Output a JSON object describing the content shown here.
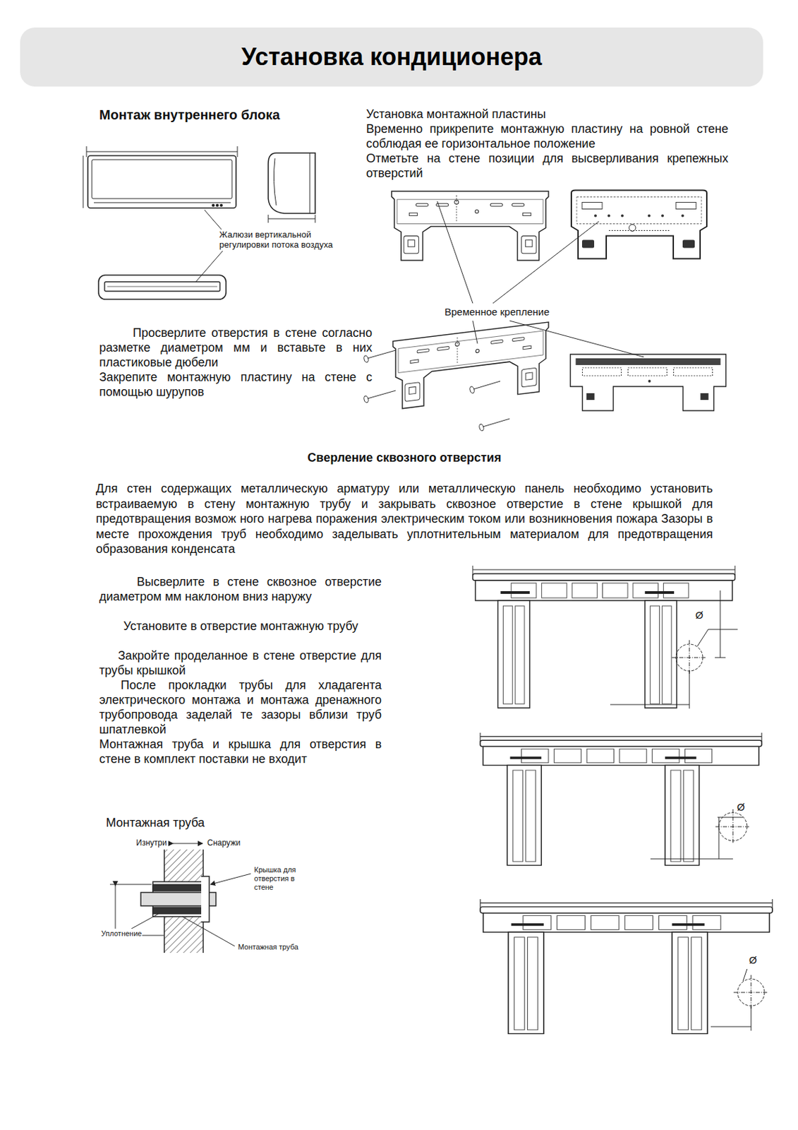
{
  "diagram": {
    "title": "Установка кондиционера",
    "labels": [
      "Монтаж внутреннего блока",
      "Установка монтажной пластины",
      "Временно прикрепите монтажную пластину на ровной стене соблюдая ее горизонтальное положение",
      "Отметьте на стене позиции для высверливания крепежных отверстий",
      "Жалюзи вертикальной регулировки потока воздуха",
      "Временное крепление",
      "Просверлите отверстия в стене согласно разметке диаметром мм и вставьте в них пластиковые дюбели",
      "Закрепите монтажную пластину на стене с помощью шурупов",
      "Сверление сквозного отверстия",
      "Для стен содержащих металлическую арматуру или металлическую панель необходимо установить встраиваемую в стену монтажную трубу и закрывать сквозное отверстие в стене крышкой для предотвращения возмож ного нагрева поражения электрическим током или возникновения пожара Зазоры в месте прохождения труб необходимо заделывать уплотнительным материалом для предотвращения образования конденсата",
      "Высверлите в стене сквозное отверстие диаметром мм наклоном вниз наружу",
      "Установите в отверстие монтажную трубу",
      "Закройте проделанное в стене отверстие для трубы крышкой",
      "После прокладки трубы для хладагента электрического монтажа и монтажа дренажного трубопровода заделай те зазоры вблизи труб шпатлевкой",
      "Монтажная труба и крышка для отверстия в стене в комплект поставки не входит",
      "Монтажная труба",
      "Изнутри",
      "Снаружи",
      "Крышка для отверстия в стене",
      "Уплотнение",
      "Монтажная труба",
      "Ø",
      "Ø",
      "Ø"
    ]
  }
}
